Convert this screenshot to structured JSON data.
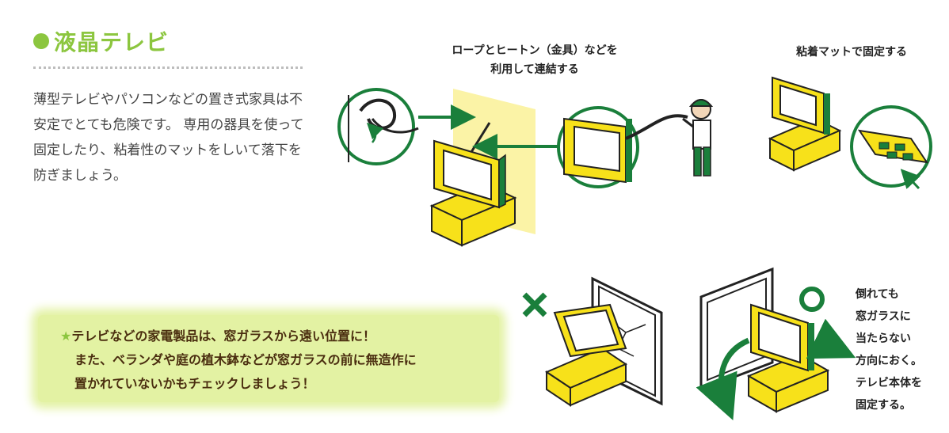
{
  "section": {
    "title": "液晶テレビ",
    "description": "薄型テレビやパソコンなどの置き式家具は不安定でとても危険です。 専用の器具を使って固定したり、粘着性のマットをしいて落下を防ぎましょう。"
  },
  "tip": {
    "star": "★",
    "line1": "テレビなどの家電製品は、窓ガラスから遠い位置に！",
    "line2": "また、ベランダや庭の植木鉢などが窓ガラスの前に無造作に",
    "line3": "置かれていないかもチェックしましょう！"
  },
  "illustrations": {
    "rope_caption_line1": "ロープとヒートン（金具）などを",
    "rope_caption_line2": "利用して連結する",
    "mat_caption": "粘着マットで固定する",
    "direction_caption": [
      "倒れても",
      "窓ガラスに",
      "当たらない",
      "方向におく。",
      "テレビ本体を",
      "固定する。"
    ]
  },
  "colors": {
    "accent_green": "#8cc63f",
    "dark_green": "#1a7f3b",
    "tv_yellow": "#f7e11a",
    "tip_bg": "#e3f2a3"
  }
}
